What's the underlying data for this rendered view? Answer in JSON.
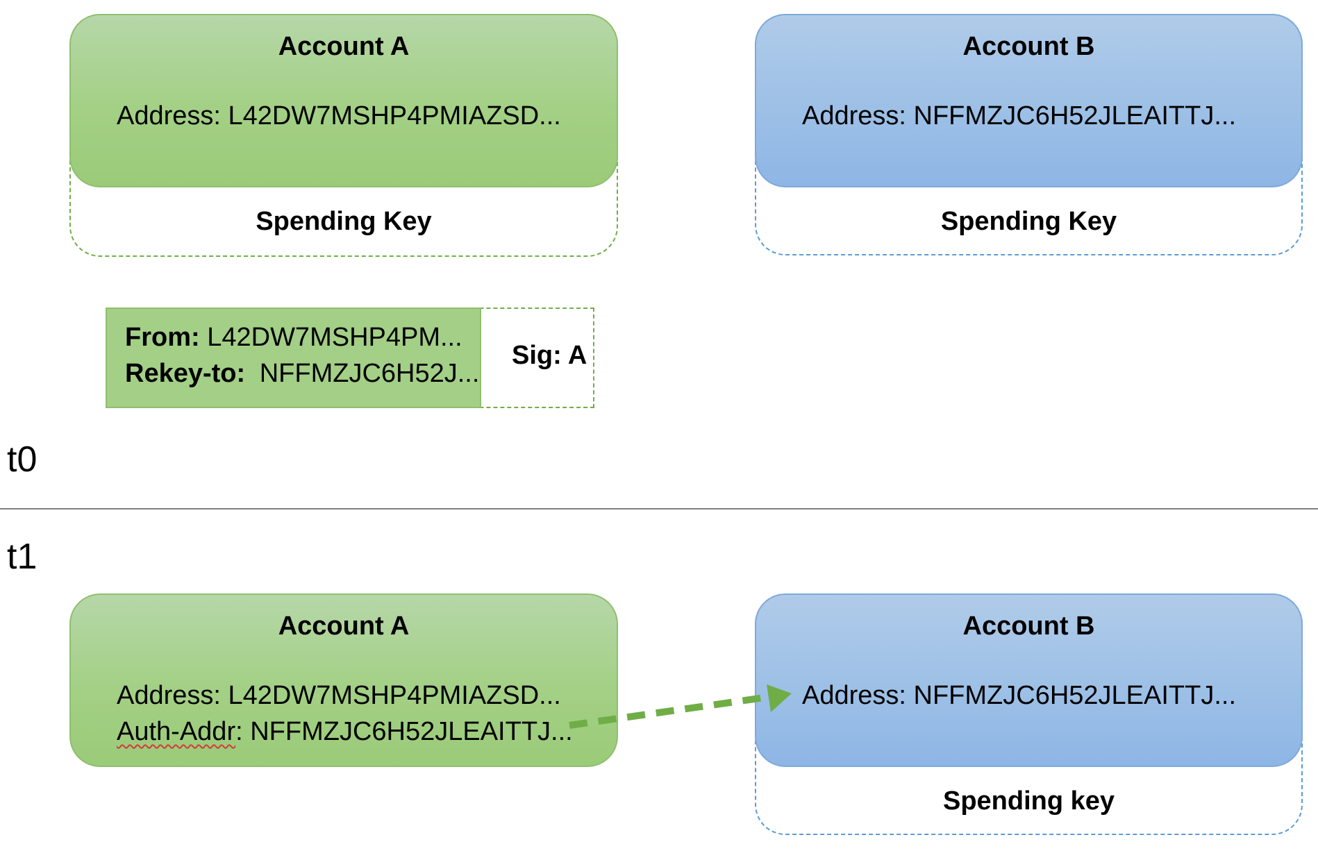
{
  "t0": {
    "label": "t0",
    "account_a": {
      "title": "Account A",
      "address": "Address: L42DW7MSHP4PMIAZSD...",
      "key": "Spending Key"
    },
    "account_b": {
      "title": "Account B",
      "address": "Address: NFFMZJC6H52JLEAITTJ...",
      "key": "Spending Key"
    },
    "tx": {
      "from_label": "From:",
      "from_value": "L42DW7MSHP4PM...",
      "rekey_label": "Rekey-to:",
      "rekey_value": "NFFMZJC6H52J...",
      "sig": "Sig: A"
    }
  },
  "t1": {
    "label": "t1",
    "account_a": {
      "title": "Account A",
      "address": "Address: L42DW7MSHP4PMIAZSD...",
      "auth_label": "Auth-Addr",
      "auth_value": ": NFFMZJC6H52JLEAITTJ..."
    },
    "account_b": {
      "title": "Account B",
      "address": "Address: NFFMZJC6H52JLEAITTJ...",
      "key": "Spending key"
    }
  },
  "colors": {
    "green": "#9bcb79",
    "blue": "#8eb6e5",
    "arrow": "#70ad47"
  }
}
